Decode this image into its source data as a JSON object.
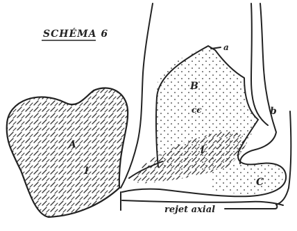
{
  "title": "SCHÉMA 6",
  "labels": {
    "a": "a",
    "b": "b",
    "B": "B",
    "cc": "cc",
    "A": "A",
    "l_left": "l",
    "l_right": "l",
    "C": "C",
    "rejet": "rejet axial"
  },
  "colors": {
    "ink": "#222222",
    "background": "#ffffff"
  }
}
